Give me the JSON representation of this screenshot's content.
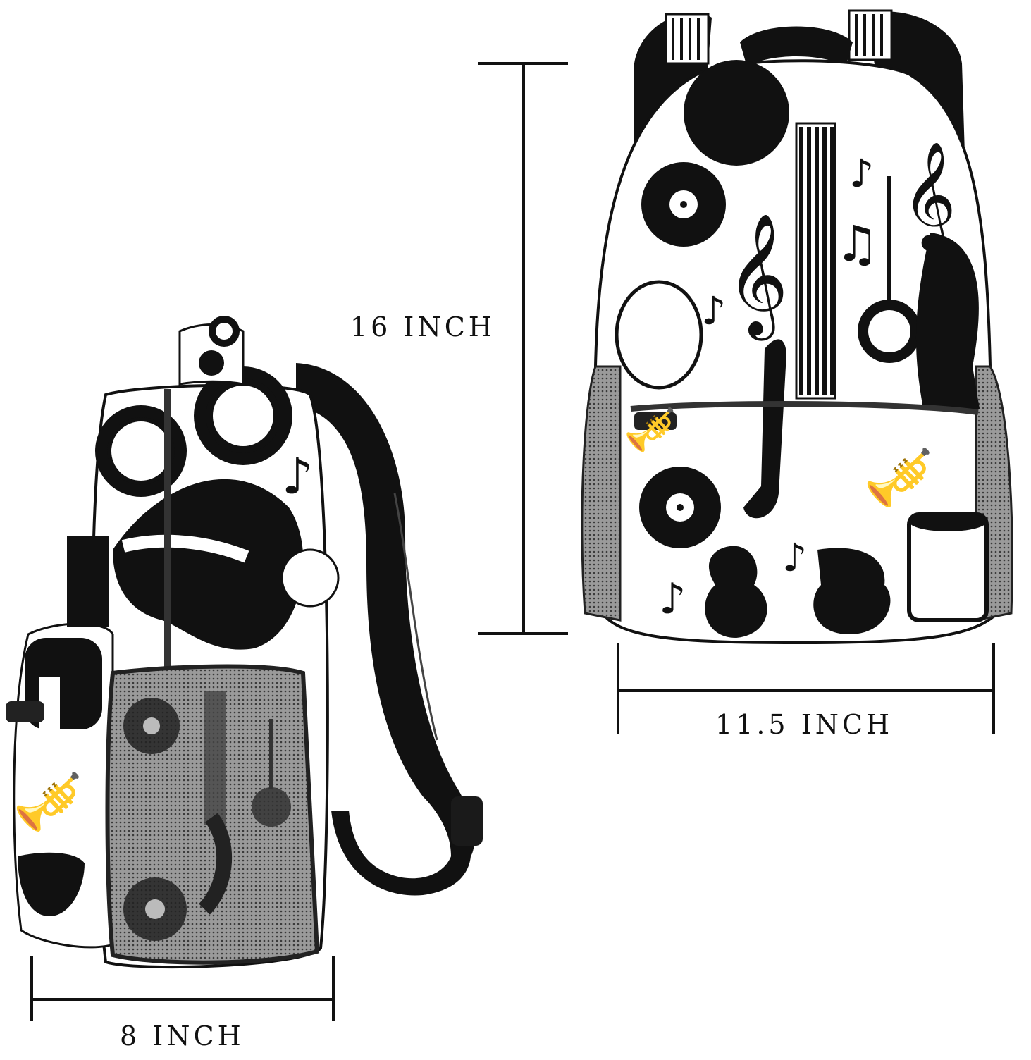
{
  "dimensions": {
    "height_label": "16 INCH",
    "width_label": "11.5 INCH",
    "depth_label": "8 INCH"
  },
  "colors": {
    "ink": "#111111",
    "fabric": "#ffffff",
    "mesh": "#8a8a8a"
  },
  "pattern_motifs": [
    "vinyl-record",
    "treble-clef",
    "piano-keys",
    "banjo",
    "double-bass",
    "music-note",
    "saxophone",
    "trumpet",
    "violin",
    "guitar",
    "drum",
    "cymbal"
  ]
}
